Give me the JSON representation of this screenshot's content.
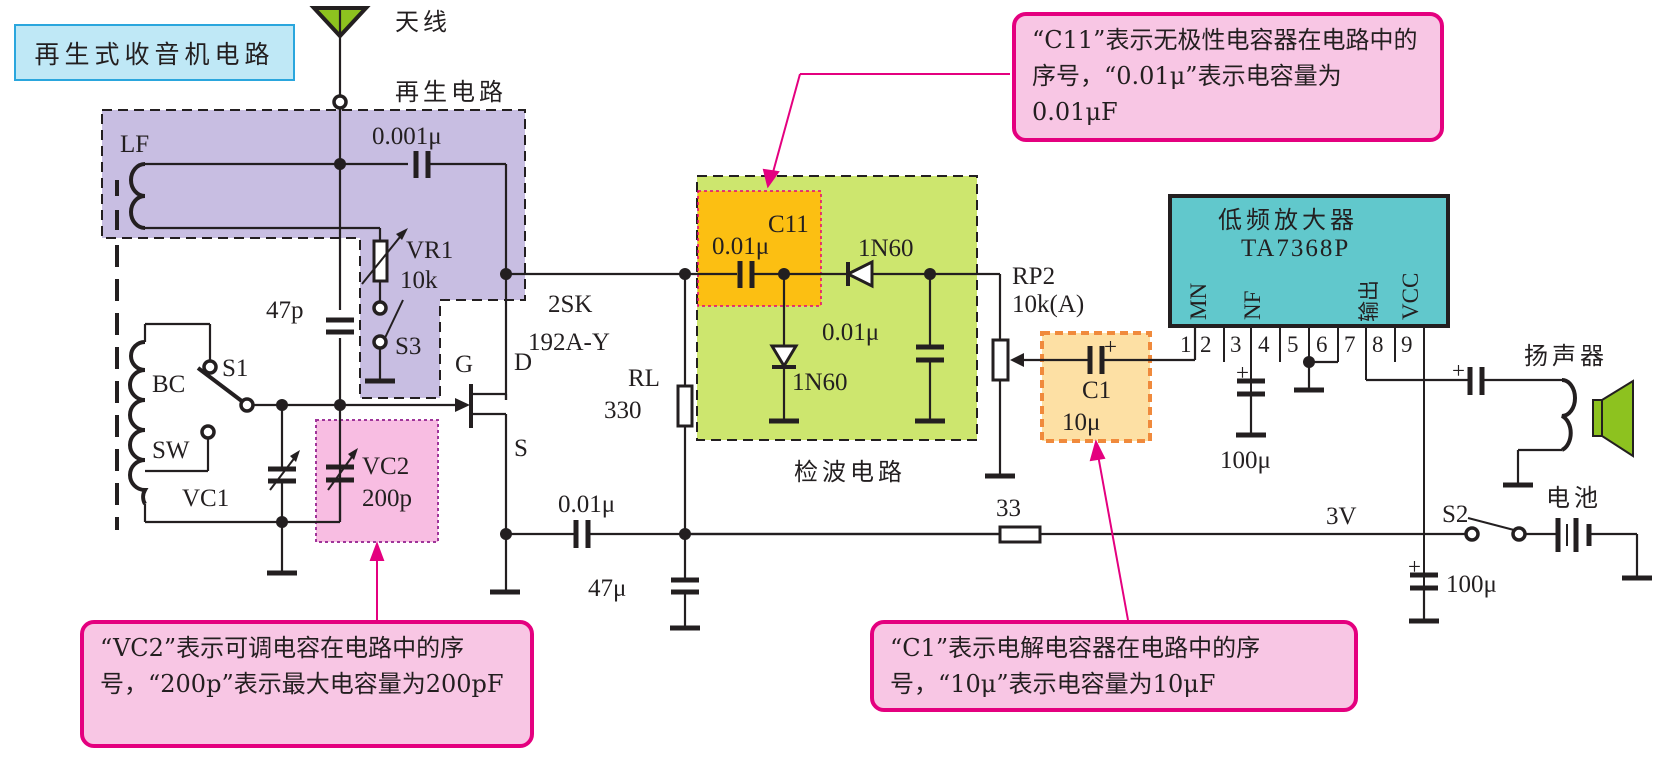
{
  "title": "再生式收音机电路",
  "colors": {
    "regen_region": "#c8bee2",
    "detector_region": "#cde66e",
    "c11_highlight": "#fcbf12",
    "c1_highlight": "#fde0a4",
    "c1_highlight_border": "#f08a3c",
    "vc2_highlight": "#f8bde2",
    "vc2_highlight_border": "#a0359a",
    "amp_chip": "#61c8cc",
    "antenna_speaker": "#8dc21f",
    "callout_fill": "#f8c6e4",
    "callout_border": "#e4007f",
    "title_fill": "#bfe8f6",
    "title_border": "#2aa6dd"
  },
  "regions": {
    "regen": "再生电路",
    "detector": "检波电路"
  },
  "labels": {
    "antenna": "天线",
    "lf": "LF",
    "c_001": "0.001μ",
    "vr1": "VR1",
    "vr1_value": "10k",
    "c_47p": "47p",
    "s3": "S3",
    "s1": "S1",
    "bc": "BC",
    "sw": "SW",
    "vc1": "VC1",
    "vc2": "VC2",
    "vc2_value": "200p",
    "gate": "G",
    "drain": "D",
    "source": "S",
    "fet_model_1": "2SK",
    "fet_model_2": "192A-Y",
    "rl": "RL",
    "rl_value": "330",
    "c_source": "0.01μ",
    "c_47u": "47μ",
    "c11": "C11",
    "c11_value": "0.01μ",
    "d1": "1N60",
    "d2": "1N60",
    "c_det": "0.01μ",
    "rp2": "RP2",
    "rp2_value": "10k(A)",
    "c1": "C1",
    "c1_value": "10μ",
    "r33": "33",
    "supply": "3V",
    "s2": "S2",
    "battery": "电池",
    "c_100u_nf": "100μ",
    "c_100u_vcc": "100μ",
    "speaker": "扬声器",
    "plus": "+"
  },
  "amplifier": {
    "name": "低频放大器",
    "model": "TA7368P",
    "pin_labels": [
      "MN",
      "NF",
      "输出",
      "VCC"
    ],
    "pins": [
      "1",
      "2",
      "3",
      "4",
      "5",
      "6",
      "7",
      "8",
      "9"
    ]
  },
  "callouts": {
    "c11": "“C11”表示无极性电容器在电路中的序号，“0.01μ”表示电容量为0.01μF",
    "vc2": "“VC2”表示可调电容在电路中的序号，“200p”表示最大电容量为200pF",
    "c1": "“C1”表示电解电容器在电路中的序号，“10μ”表示电容量为10μF"
  }
}
